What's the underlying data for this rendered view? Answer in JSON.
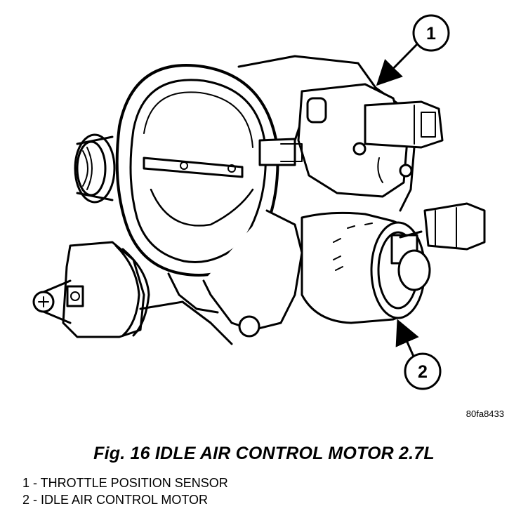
{
  "figure": {
    "callouts": [
      "1",
      "2"
    ],
    "drawing_id": "80fa8433",
    "caption": "Fig. 16 IDLE AIR CONTROL MOTOR 2.7L"
  },
  "legend": [
    "1 - THROTTLE POSITION SENSOR",
    "2 - IDLE AIR CONTROL MOTOR"
  ]
}
